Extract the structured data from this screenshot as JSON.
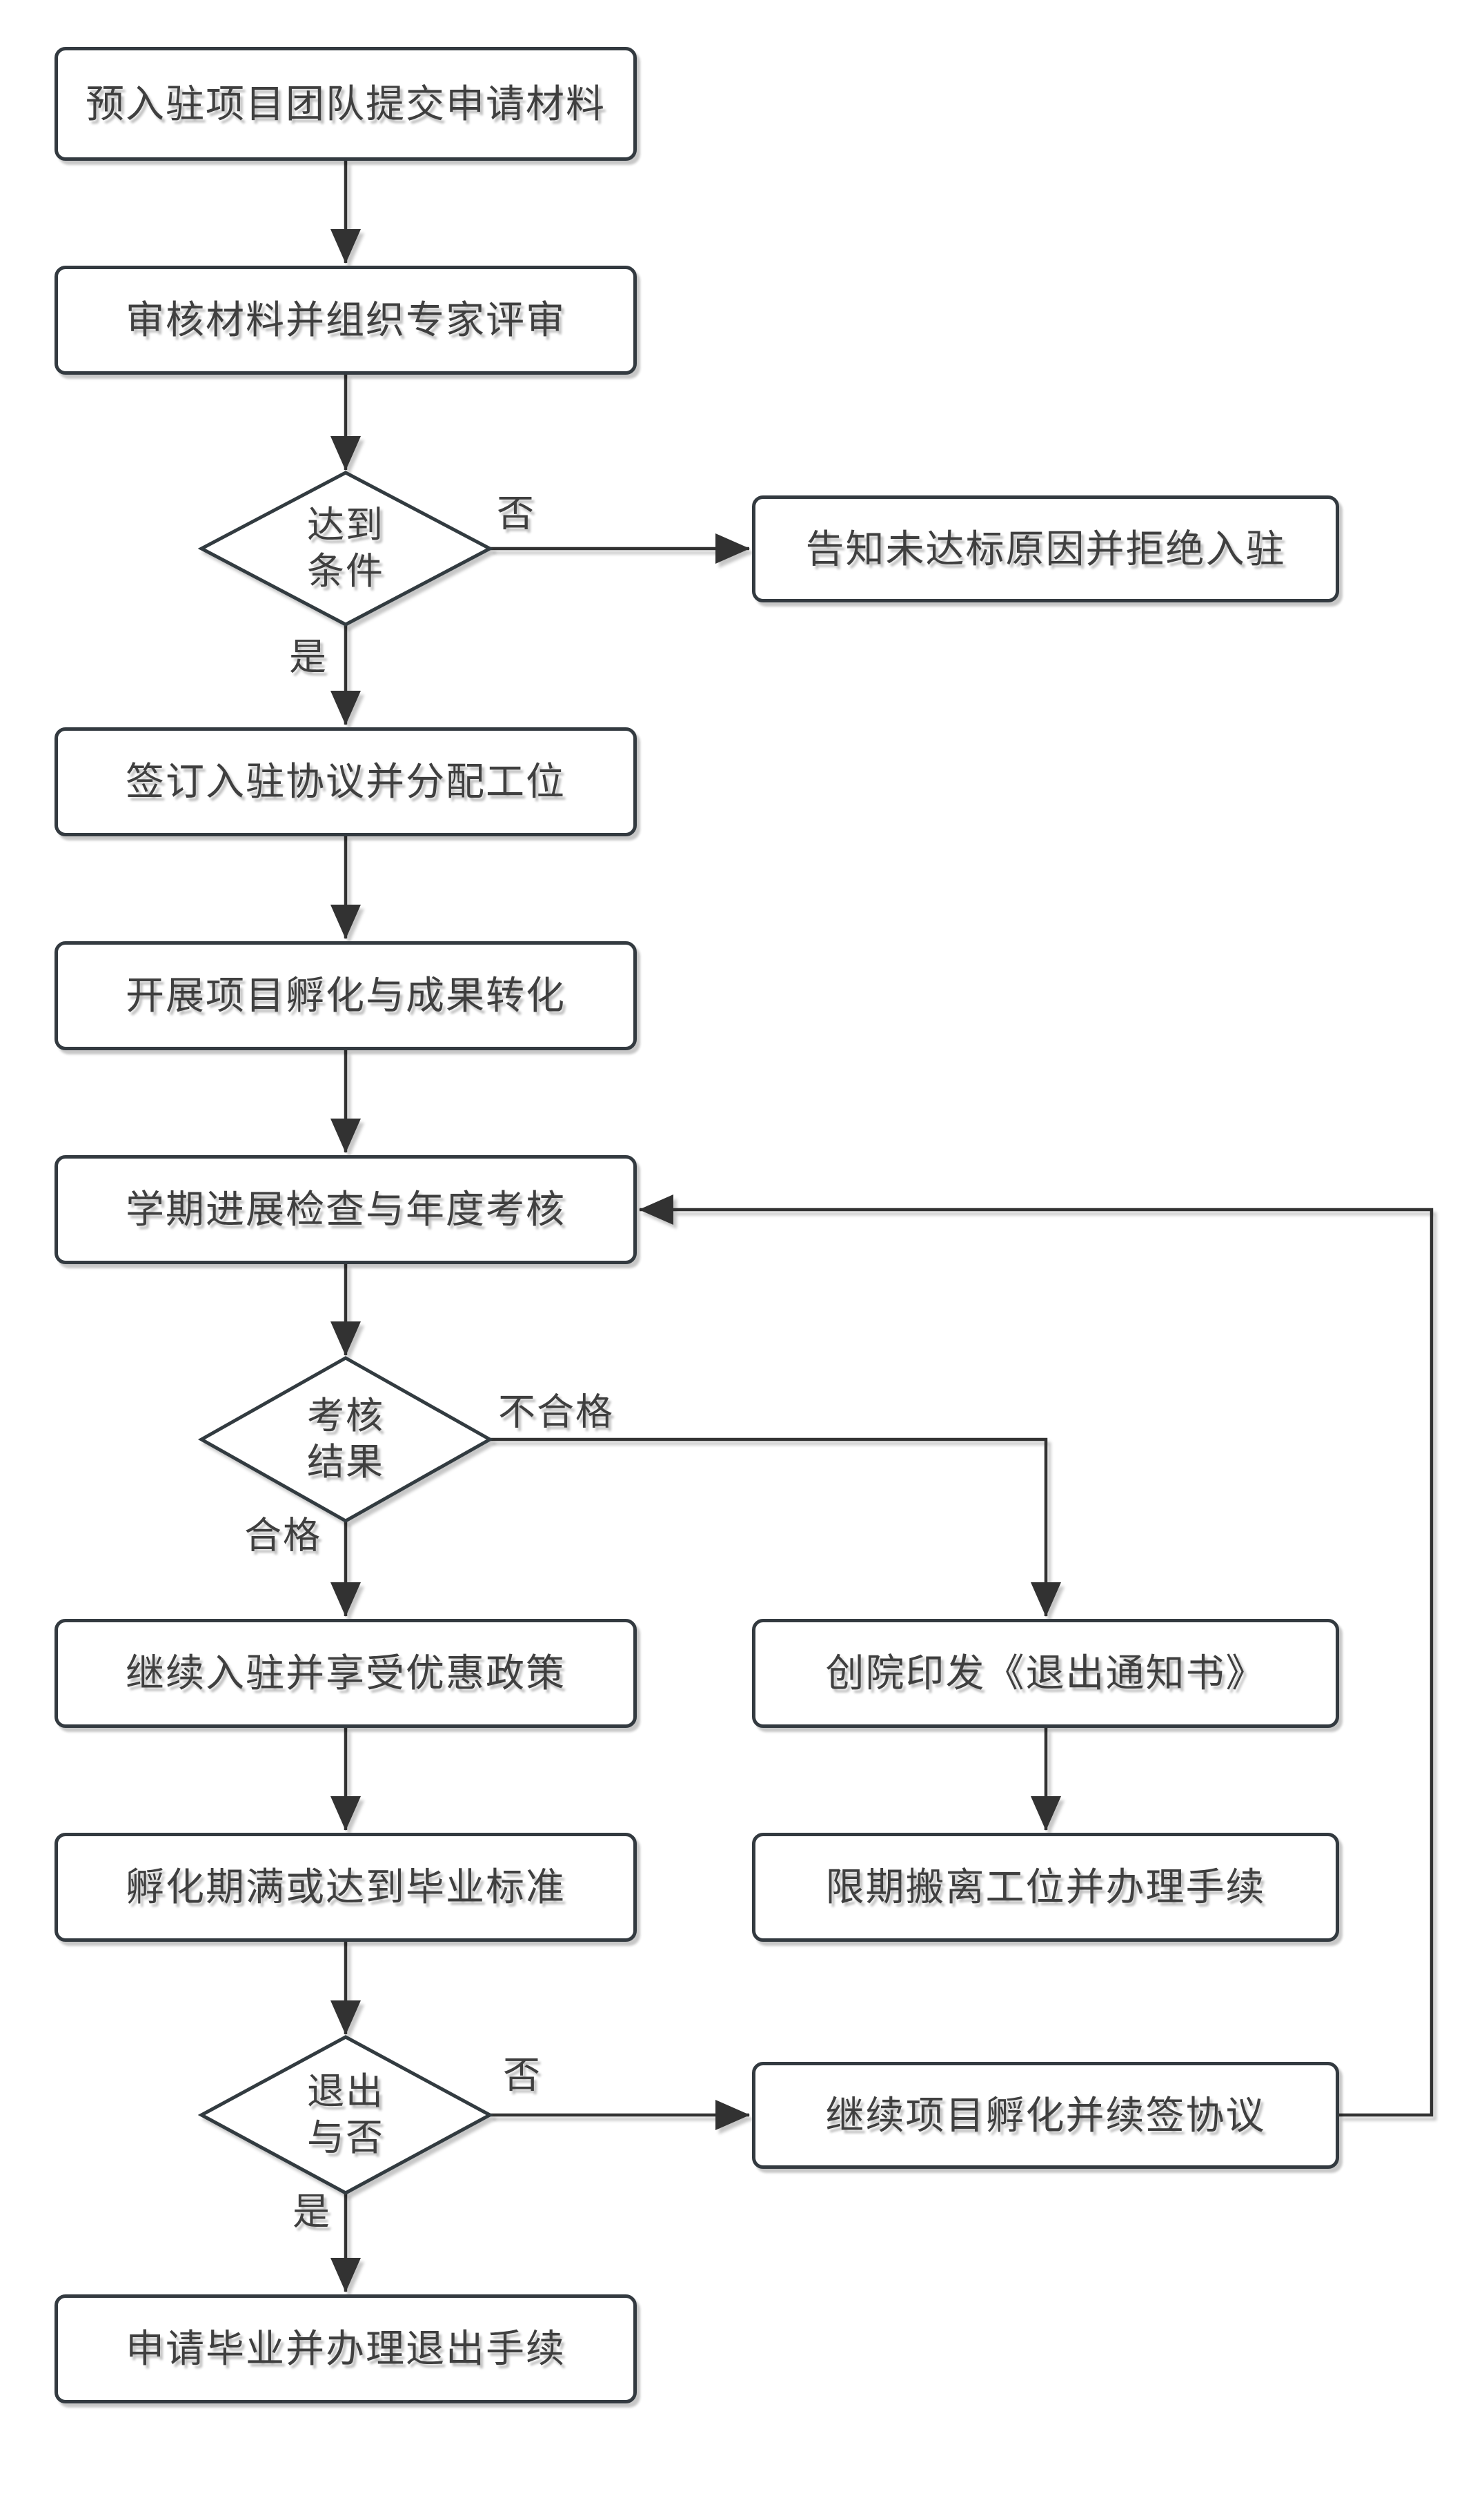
{
  "diagram_type": "flowchart",
  "nodes": {
    "submit": {
      "type": "process",
      "label": "预入驻项目团队提交申请材料"
    },
    "review": {
      "type": "process",
      "label": "审核材料并组织专家评审"
    },
    "meet": {
      "type": "decision",
      "label": "达到\n条件"
    },
    "reject": {
      "type": "process",
      "label": "告知未达标原因并拒绝入驻"
    },
    "sign": {
      "type": "process",
      "label": "签订入驻协议并分配工位"
    },
    "incubate": {
      "type": "process",
      "label": "开展项目孵化与成果转化"
    },
    "check": {
      "type": "process",
      "label": "学期进展检查与年度考核"
    },
    "assessment": {
      "type": "decision",
      "label": "考核\n结果"
    },
    "continue_stay": {
      "type": "process",
      "label": "继续入驻并享受优惠政策"
    },
    "exit_notice": {
      "type": "process",
      "label": "创院印发《退出通知书》"
    },
    "move_out": {
      "type": "process",
      "label": "限期搬离工位并办理手续"
    },
    "exit_decision": {
      "type": "decision",
      "label": "退出\n与否"
    },
    "renew": {
      "type": "process",
      "label": "继续项目孵化并续签协议"
    },
    "graduate": {
      "type": "process",
      "label": "申请毕业并办理退出手续"
    }
  },
  "edge_labels": {
    "meet_no": "否",
    "meet_yes": "是",
    "assess_fail": "不合格",
    "assess_pass": "合格",
    "exit_no": "否",
    "exit_yes": "是"
  },
  "colors": {
    "line": "#333333",
    "box_border": "#333a40",
    "text": "#3f3f3f",
    "background": "#ffffff"
  }
}
